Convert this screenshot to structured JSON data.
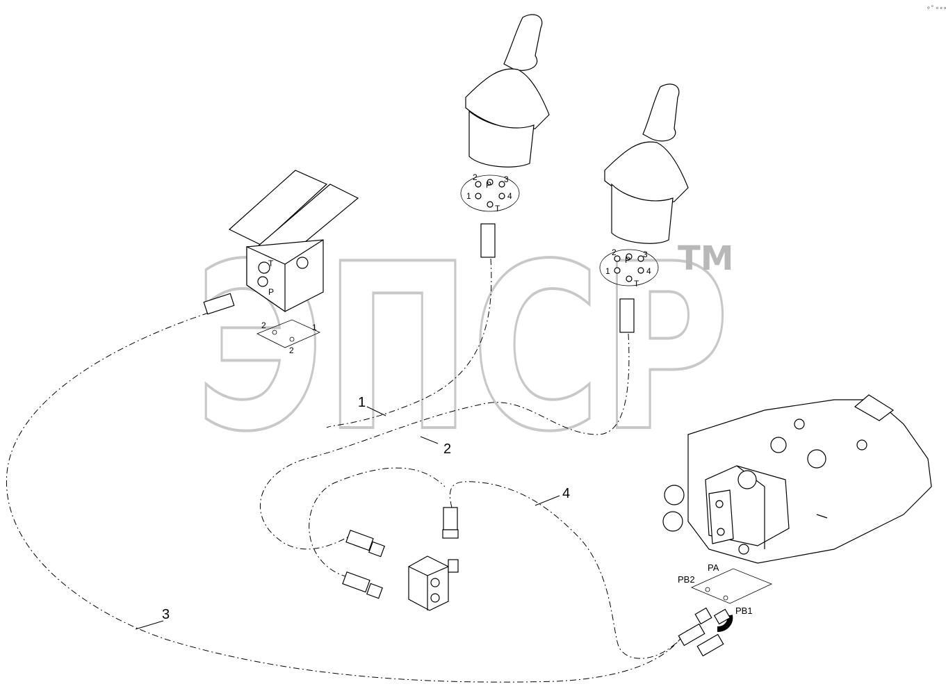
{
  "watermark": {
    "text": "ЭПСР",
    "tm": "TM"
  },
  "corner_mark": "⚬° ∘∘∘",
  "callouts": [
    "1",
    "2",
    "3",
    "4"
  ],
  "joystick_left_ports": {
    "p2": "2",
    "pP": "P",
    "p3": "3",
    "p1": "1",
    "p4": "4",
    "pT": "T"
  },
  "joystick_right_ports": {
    "p2": "2",
    "pP": "P",
    "p3": "3",
    "p1": "1",
    "p4": "4",
    "pT": "T"
  },
  "pedal_ports": {
    "t": "T",
    "p": "P",
    "a2": "2",
    "a1": "1",
    "b2": "2"
  },
  "valve_ports": {
    "pa": "PA",
    "pb2": "PB2",
    "pb1": "PB1"
  }
}
